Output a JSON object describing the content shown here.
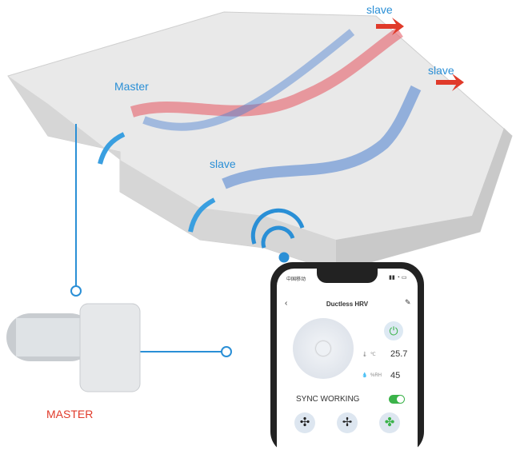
{
  "labels": {
    "master_top": "Master",
    "slave_1": "slave",
    "slave_2": "slave",
    "slave_3": "slave",
    "master_bottom": "MASTER"
  },
  "phone": {
    "carrier": "中国移动",
    "title": "Ductless HRV",
    "temperature_unit": "℃",
    "temperature": "25.7",
    "humidity_unit": "%RH",
    "humidity": "45",
    "sync_label": "SYNC WORKING",
    "sync_on": true
  },
  "colors": {
    "accent_blue": "#2a8fd6",
    "accent_red": "#e03a2a",
    "toggle_green": "#3bb34a"
  }
}
